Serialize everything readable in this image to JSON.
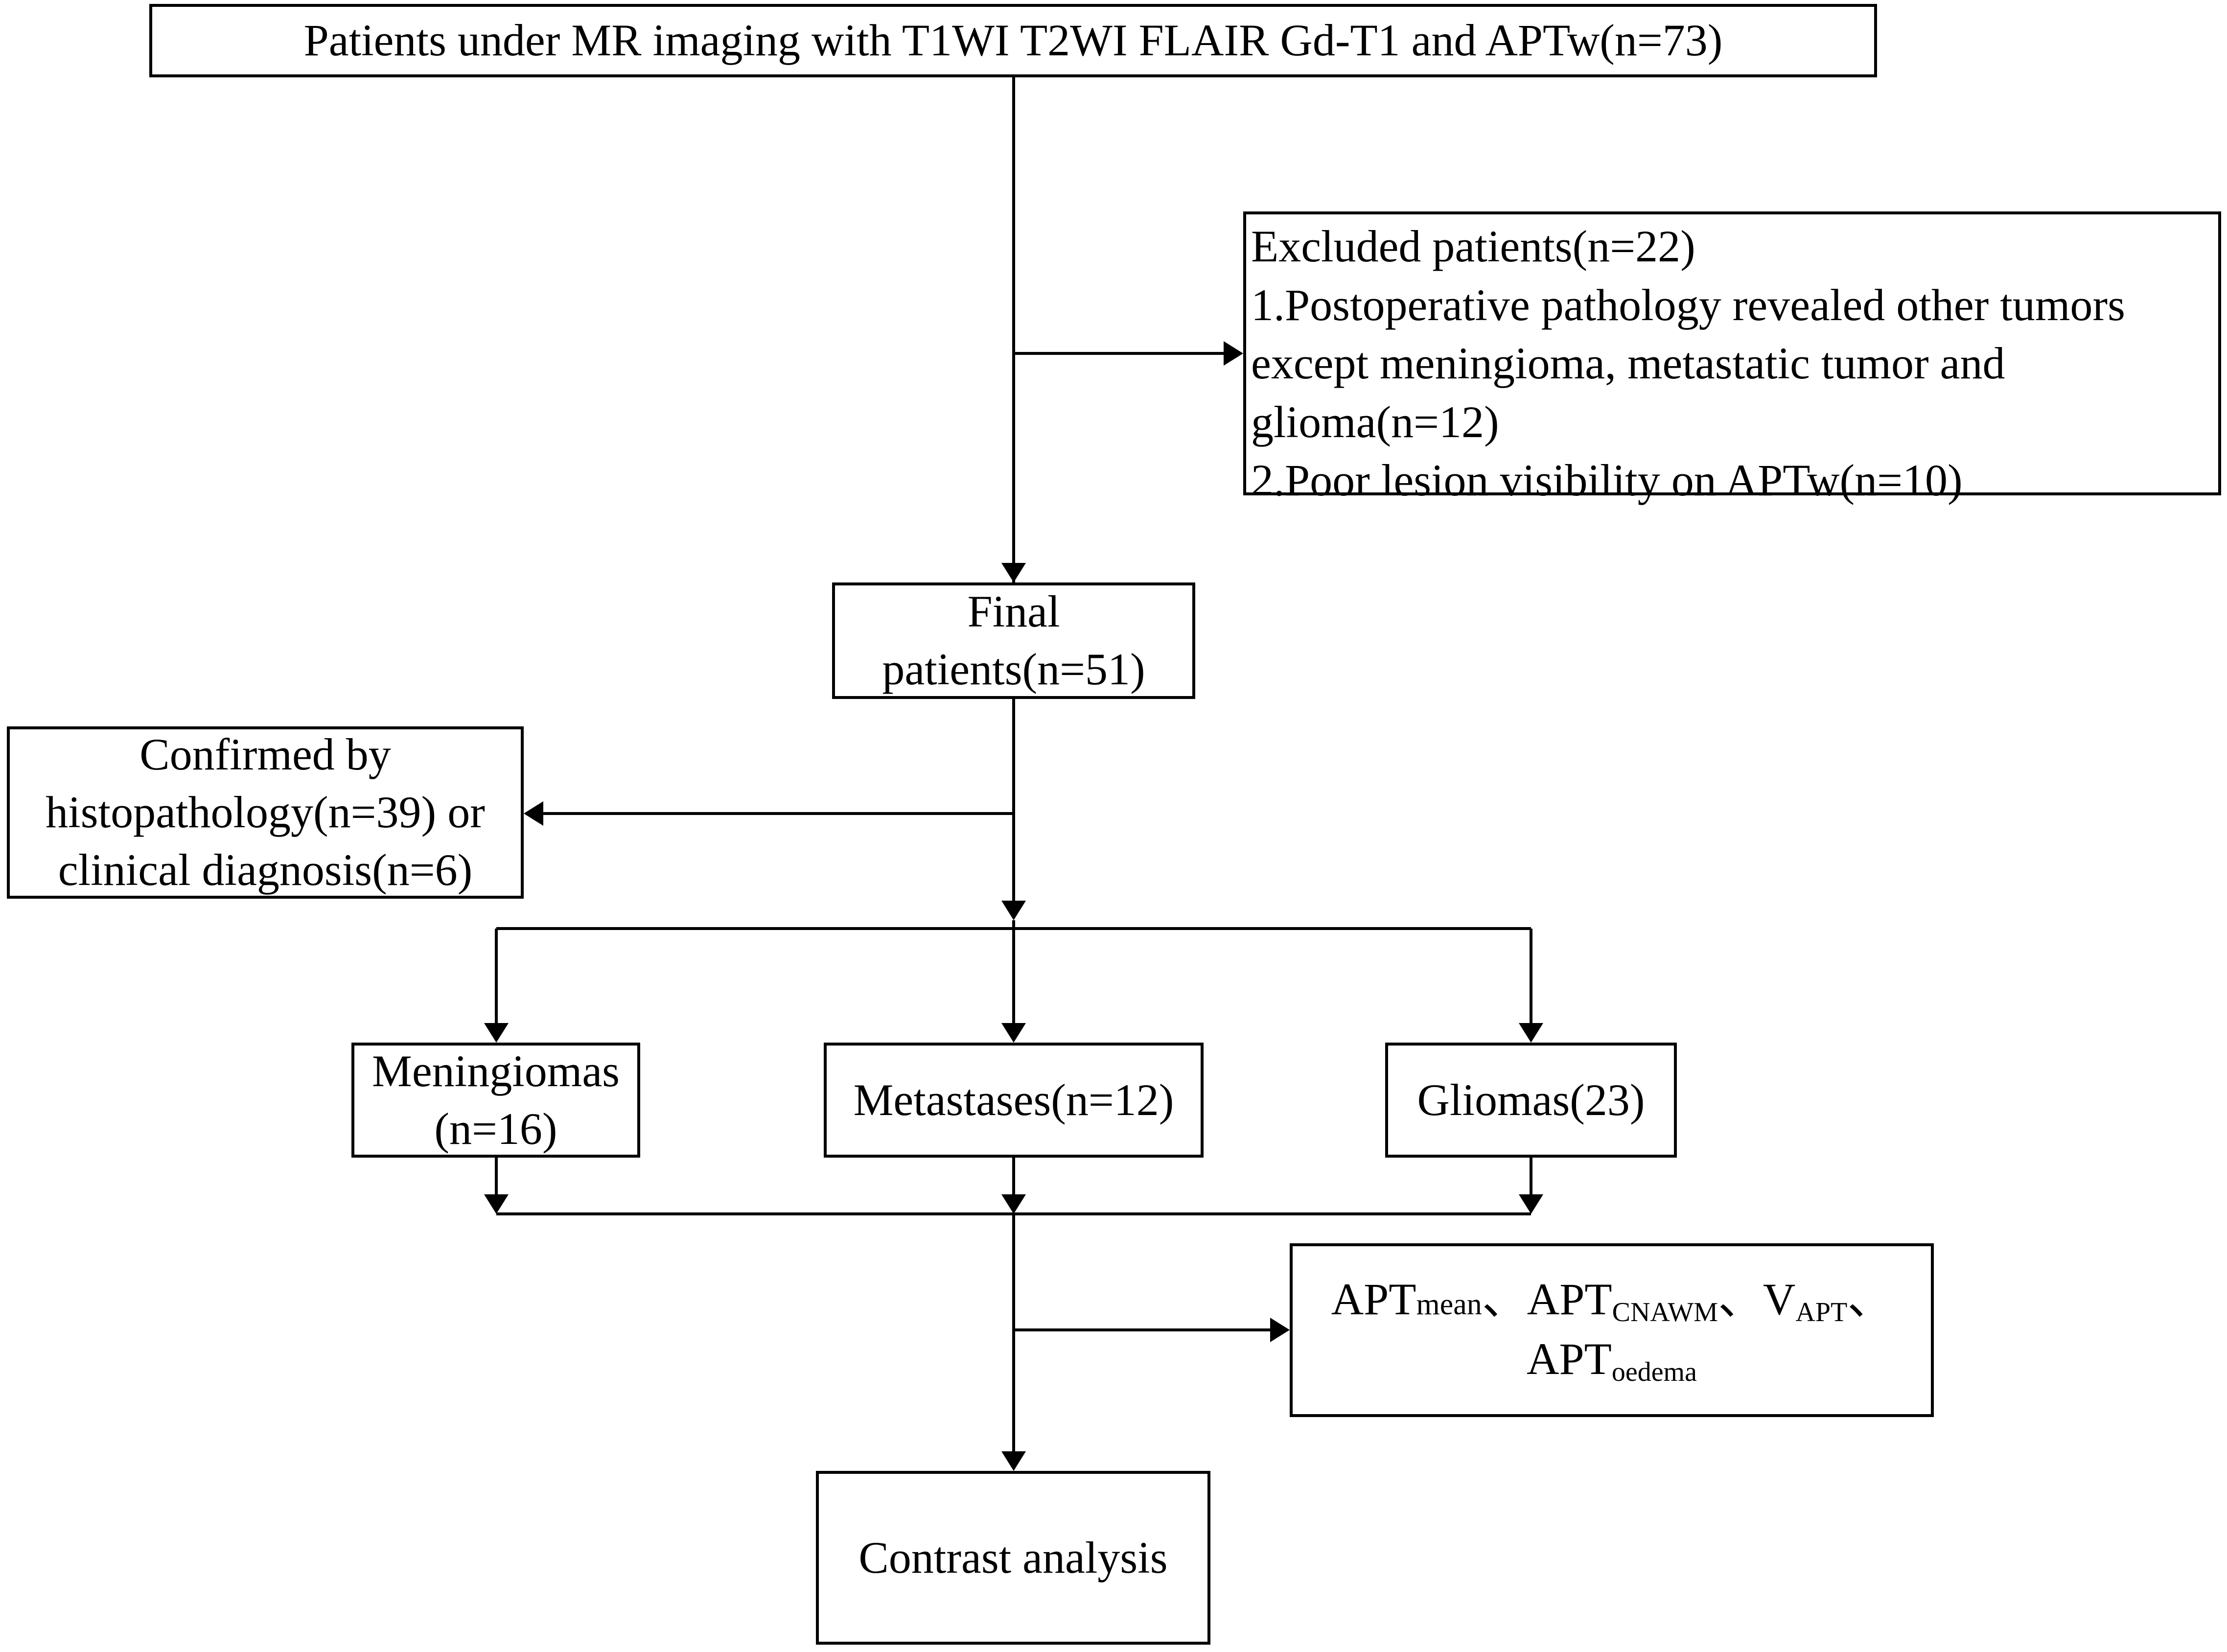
{
  "nodes": {
    "start": {
      "text": "Patients under MR imaging with T1WI T2WI FLAIR Gd-T1 and APTw(n=73)"
    },
    "excluded": {
      "title": "Excluded patients(n=22)",
      "reason1": "1.Postoperative pathology revealed other tumors except meningioma, metastatic tumor and glioma(n=12)",
      "reason2": "2.Poor lesion visibility on APTw(n=10)"
    },
    "final": {
      "line1": "Final",
      "line2": "patients(n=51)"
    },
    "confirmed": {
      "line1": "Confirmed by",
      "line2": "histopathology(n=39) or",
      "line3": "clinical diagnosis(n=6)"
    },
    "meningiomas": {
      "line1": "Meningiomas",
      "line2": "(n=16)"
    },
    "metastases": {
      "text": "Metastases(n=12)"
    },
    "gliomas": {
      "text": "Gliomas(23)"
    },
    "parameters": {
      "p1": "APT",
      "p1_sub": "mean",
      "sep1": "、",
      "p2": "APT",
      "p2_sub": "CNAWM",
      "sep2": "、",
      "p3": "V",
      "p3_sub": "APT",
      "sep3": "、",
      "p4": "APT",
      "p4_sub": "oedema"
    },
    "contrast": {
      "text": "Contrast analysis"
    }
  }
}
